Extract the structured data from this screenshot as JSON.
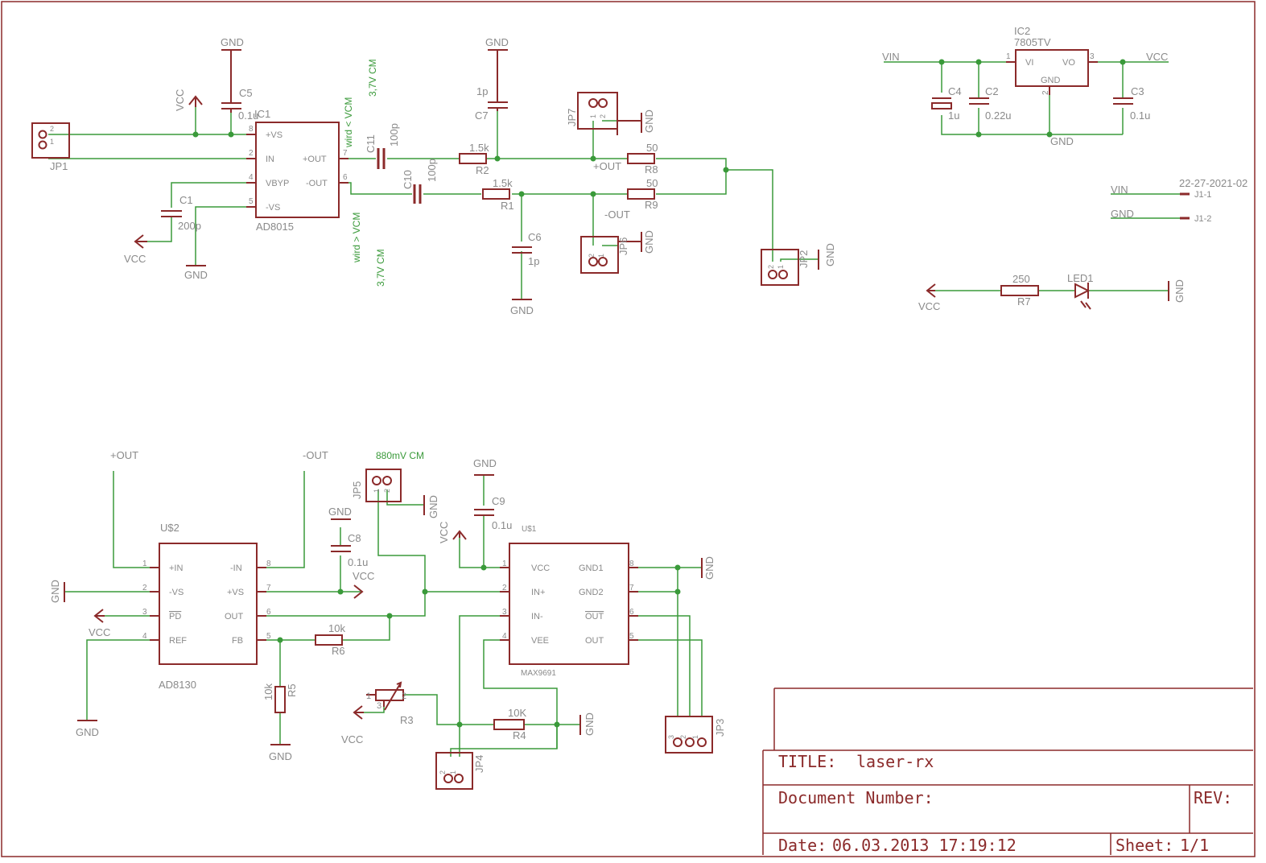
{
  "colors": {
    "symbol": "#8b2a2a",
    "wire": "#3a9a3a",
    "text": "#8a8a8a",
    "note": "#3a9a3a"
  },
  "title_block": {
    "title_label": "TITLE:",
    "title_value": "laser-rx",
    "doc_label": "Document Number:",
    "rev_label": "REV:",
    "date_label": "Date:",
    "date_value": "06.03.2013 17:19:12",
    "sheet_label": "Sheet:",
    "sheet_value": "1/1"
  },
  "notes": {
    "n1a": "3,7V CM",
    "n1b": "wird < VCM",
    "n2a": "wird > VCM",
    "n2b": "3,7V CM",
    "n3": "880mV CM"
  },
  "nets": {
    "gnd": "GND",
    "vcc": "VCC",
    "vin": "VIN",
    "out_p": "+OUT",
    "out_n": "-OUT",
    "j11": "J1-1",
    "j12": "J1-2",
    "date_code": "22-27-2021-02"
  },
  "parts": {
    "ic1": "IC1",
    "ad8015": "AD8015",
    "ic1_pins": [
      "+VS",
      "IN",
      "VBYP",
      "-VS",
      "+OUT",
      "-OUT"
    ],
    "ic1_pinnums": [
      "8",
      "2",
      "4",
      "5",
      "7",
      "6"
    ],
    "jp1": "JP1",
    "jp2": "JP2",
    "jp3": "JP3",
    "jp4": "JP4",
    "jp5": "JP5",
    "jp6": "JP6",
    "jp7": "JP7",
    "c1": "C1",
    "c1v": "200p",
    "c2": "C2",
    "c2v": "0.22u",
    "c3": "C3",
    "c3v": "0.1u",
    "c4": "C4",
    "c4v": "1u",
    "c5": "C5",
    "c5v": "0.1u",
    "c6": "C6",
    "c6v": "1p",
    "c7": "C7",
    "c7v": "1p",
    "c8": "C8",
    "c8v": "0.1u",
    "c9": "C9",
    "c9v": "0.1u",
    "c10": "C10",
    "c10v": "100p",
    "c11": "C11",
    "c11v": "100p",
    "r1": "R1",
    "r1v": "1.5k",
    "r2": "R2",
    "r2v": "1.5k",
    "r3": "R3",
    "r4": "R4",
    "r4v": "10K",
    "r5": "R5",
    "r5v": "10k",
    "r6": "R6",
    "r6v": "10k",
    "r7": "R7",
    "r7v": "250",
    "r8": "R8",
    "r8v": "50",
    "r9": "R9",
    "r9v": "50",
    "led1": "LED1",
    "ic2": "IC2",
    "ic2v": "7805TV",
    "ic2_pins": [
      "VI",
      "VO",
      "GND"
    ],
    "ic2_pinnums": [
      "1",
      "3",
      "2"
    ],
    "u2": "U$2",
    "ad8130": "AD8130",
    "u2_pins": [
      "+IN",
      "-VS",
      "PD",
      "REF",
      "-IN",
      "+VS",
      "OUT",
      "FB"
    ],
    "u2_pinnums": [
      "1",
      "2",
      "3",
      "4",
      "8",
      "7",
      "6",
      "5"
    ],
    "u1": "U$1",
    "max9691": "MAX9691",
    "u1_pins": [
      "VCC",
      "IN+",
      "IN-",
      "VEE",
      "GND1",
      "GND2",
      "OUT",
      "OUT"
    ],
    "u1_pinnums": [
      "1",
      "2",
      "3",
      "4",
      "8",
      "7",
      "6",
      "5"
    ],
    "pin1": "1",
    "pin2": "2",
    "pin3": "3"
  }
}
